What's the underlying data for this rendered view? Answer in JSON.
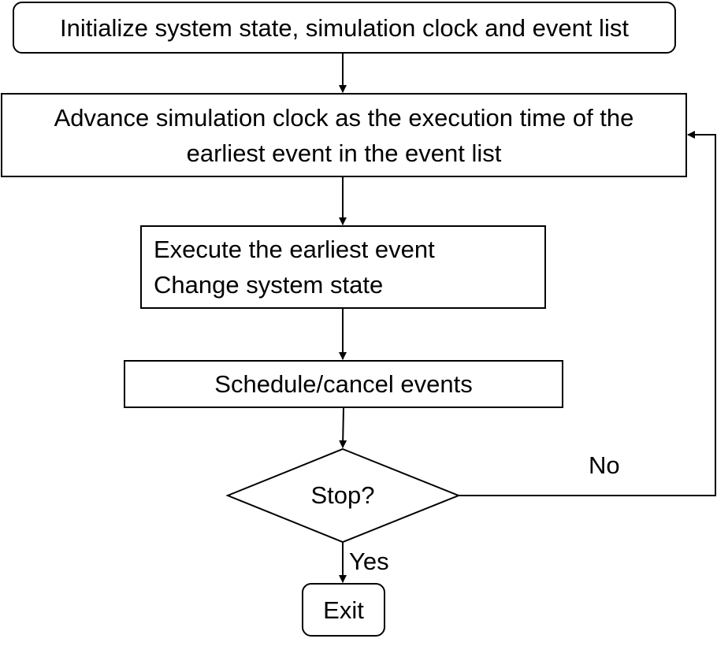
{
  "flowchart": {
    "nodes": {
      "init": {
        "text": "Initialize system state, simulation clock and event list"
      },
      "advance": {
        "lines": [
          "Advance simulation clock as the execution time of the",
          "earliest event in the event list"
        ]
      },
      "execute": {
        "lines": [
          "Execute the earliest event",
          "Change system state"
        ]
      },
      "schedule": {
        "text": "Schedule/cancel events"
      },
      "decision": {
        "text": "Stop?"
      },
      "exit": {
        "text": "Exit"
      }
    },
    "edge_labels": {
      "no": "No",
      "yes": "Yes"
    },
    "colors": {
      "stroke": "#000000",
      "fill": "#ffffff",
      "text": "#000000"
    }
  }
}
